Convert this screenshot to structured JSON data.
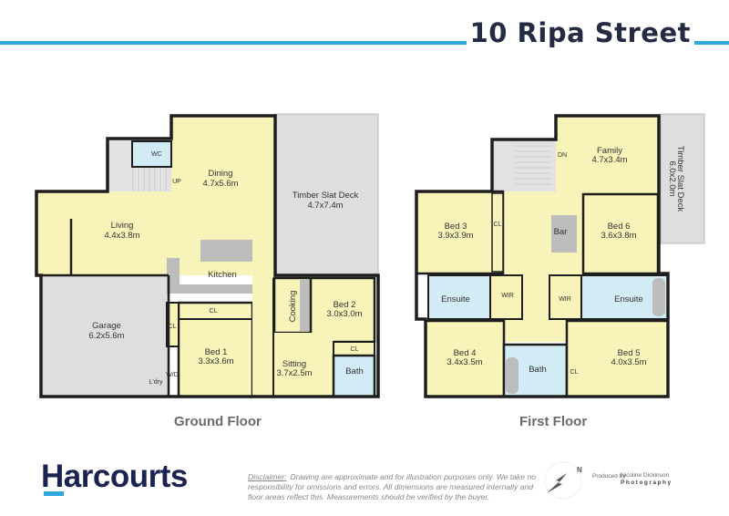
{
  "header": {
    "title": "10 Ripa Street"
  },
  "colors": {
    "accent": "#2ea8df",
    "brand": "#1b2450",
    "room_fill": "#f8f3b9",
    "wet_area_fill": "#d2ecf6",
    "outdoor_fill": "#dedede",
    "wall": "#1e1e1e"
  },
  "ground_floor": {
    "label": "Ground Floor",
    "rooms": {
      "dining": {
        "name": "Dining",
        "dims": "4.7x5.6m"
      },
      "living": {
        "name": "Living",
        "dims": "4.4x3.8m"
      },
      "deck": {
        "name": "Timber Slat Deck",
        "dims": "4.7x7.4m"
      },
      "kitchen": {
        "name": "Kitchen"
      },
      "garage": {
        "name": "Garage",
        "dims": "6.2x5.6m"
      },
      "bed1": {
        "name": "Bed 1",
        "dims": "3.3x3.6m"
      },
      "bed2": {
        "name": "Bed 2",
        "dims": "3.0x3.0m"
      },
      "cooking": {
        "name": "Cooking"
      },
      "sitting": {
        "name": "Sitting",
        "dims": "3.7x2.5m"
      },
      "bath": {
        "name": "Bath"
      },
      "wc": {
        "name": "WC"
      },
      "laundry": {
        "name": "L'dry"
      },
      "wd": "W/D",
      "cl_bed1": "CL",
      "cl_garage": "CL",
      "cl_bed2": "CL",
      "stairs": "UP"
    }
  },
  "first_floor": {
    "label": "First Floor",
    "rooms": {
      "family": {
        "name": "Family",
        "dims": "4.7x3.4m"
      },
      "deck": {
        "name": "Timber Slat Deck",
        "dims": "6.0x2.0m"
      },
      "bed3": {
        "name": "Bed 3",
        "dims": "3.9x3.9m"
      },
      "bed6": {
        "name": "Bed 6",
        "dims": "3.6x3.8m"
      },
      "bar": {
        "name": "Bar"
      },
      "ensuite_left": {
        "name": "Ensuite"
      },
      "wir_left": {
        "name": "WIR"
      },
      "wir_right": {
        "name": "WIR"
      },
      "ensuite_right": {
        "name": "Ensuite"
      },
      "bed4": {
        "name": "Bed 4",
        "dims": "3.4x3.5m"
      },
      "bath": {
        "name": "Bath"
      },
      "bed5": {
        "name": "Bed 5",
        "dims": "4.0x3.5m"
      },
      "cl_bed3": "CL",
      "cl_bed5": "CL",
      "stairs": "DN"
    }
  },
  "footer": {
    "logo": "Harcourts",
    "disclaimer_label": "Disclaimer:",
    "disclaimer": "Drawing are approximate and for illustration purposes only. We take no responsibility for omissions and errors.   All dimensions are measured internally and floor areas reflect this.   Measurements should be verified by the buyer.",
    "compass": "N",
    "produced_by": "Produced by",
    "producer_name": "Nicoline Dickinson",
    "producer_sub": "Photography"
  }
}
